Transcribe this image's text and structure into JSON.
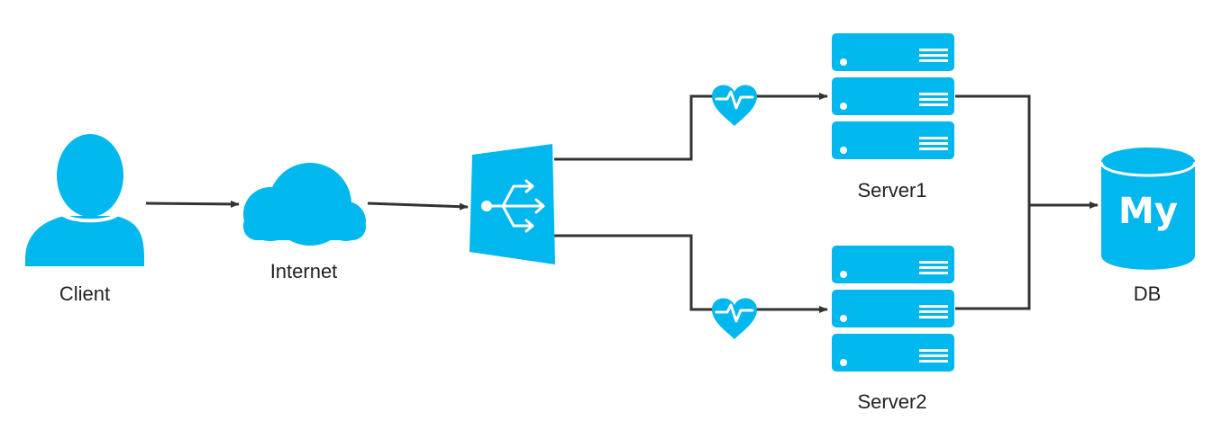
{
  "colors": {
    "icon_fill": "#00B7EE",
    "connector": "#333333",
    "label_text": "#222222",
    "background": "#FFFFFF"
  },
  "nodes": {
    "client": {
      "label": "Client",
      "icon": "user-icon"
    },
    "internet": {
      "label": "Internet",
      "icon": "cloud-icon"
    },
    "load_balancer": {
      "label": "",
      "icon": "load-balancer-icon"
    },
    "server1": {
      "label": "Server1",
      "icon": "server-rack-icon"
    },
    "server2": {
      "label": "Server2",
      "icon": "server-rack-icon"
    },
    "db": {
      "label": "DB",
      "icon": "mysql-database-icon",
      "badge": "My"
    }
  },
  "health_checks": [
    {
      "target": "server1",
      "icon": "heartbeat-icon"
    },
    {
      "target": "server2",
      "icon": "heartbeat-icon"
    }
  ],
  "connections": [
    {
      "from": "client",
      "to": "internet"
    },
    {
      "from": "internet",
      "to": "load_balancer"
    },
    {
      "from": "load_balancer",
      "to": "server1"
    },
    {
      "from": "load_balancer",
      "to": "server2"
    },
    {
      "from": "server1",
      "to": "db"
    },
    {
      "from": "server2",
      "to": "db"
    }
  ]
}
